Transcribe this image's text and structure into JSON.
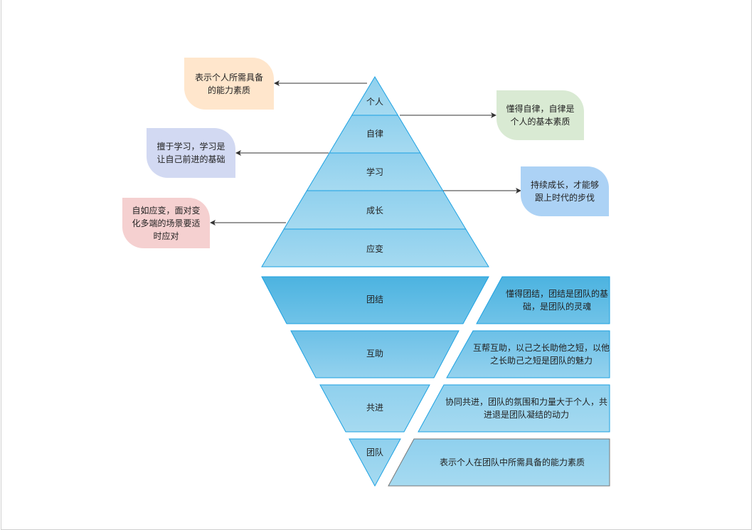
{
  "personal_pyramid": {
    "levels": [
      "个人",
      "自律",
      "学习",
      "成长",
      "应变"
    ],
    "notes": [
      {
        "text": "表示个人所需具备的能力素质",
        "color": "#ffe6cc"
      },
      {
        "text": "懂得自律，自律是个人的基本素质",
        "color": "#d9ead3"
      },
      {
        "text": "擅于学习，学习是让自己前进的基础",
        "color": "#d2d9f2"
      },
      {
        "text": "持续成长，才能够跟上时代的步伐",
        "color": "#acd2f5"
      },
      {
        "text": "自如应变，面对变化多端的场景要适时应对",
        "color": "#f5d0d0"
      }
    ]
  },
  "team_pyramid": {
    "levels": [
      "团结",
      "互助",
      "共进",
      "团队"
    ],
    "descriptions": [
      "懂得团结，团结是团队的基础，是团队的灵魂",
      "互帮互助，以己之长助他之短，以他之长助己之短是团队的魅力",
      "协同共进，团队的氛围和力量大于个人，共进退是团队凝结的动力",
      "表示个人在团队中所需具备的能力素质"
    ]
  },
  "colors": {
    "stroke": "#1ba1e2",
    "fill_light": "#9fd6ef",
    "fill_dark": "#4cb3e0",
    "arrow": "#333333"
  }
}
